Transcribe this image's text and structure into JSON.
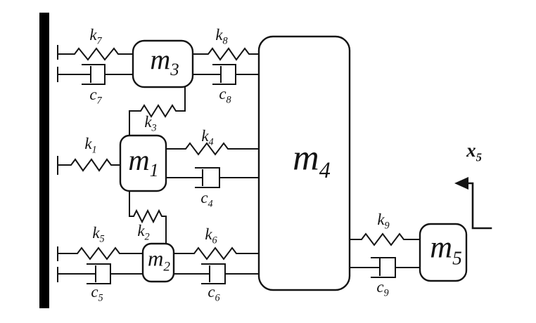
{
  "diagram": {
    "type": "mass-spring-damper-system",
    "masses": {
      "m1": {
        "base": "m",
        "sub": "1"
      },
      "m2": {
        "base": "m",
        "sub": "2"
      },
      "m3": {
        "base": "m",
        "sub": "3"
      },
      "m4": {
        "base": "m",
        "sub": "4"
      },
      "m5": {
        "base": "m",
        "sub": "5"
      }
    },
    "springs": {
      "k1": {
        "base": "k",
        "sub": "1"
      },
      "k2": {
        "base": "k",
        "sub": "2"
      },
      "k3": {
        "base": "k",
        "sub": "3"
      },
      "k4": {
        "base": "k",
        "sub": "4"
      },
      "k5": {
        "base": "k",
        "sub": "5"
      },
      "k6": {
        "base": "k",
        "sub": "6"
      },
      "k7": {
        "base": "k",
        "sub": "7"
      },
      "k8": {
        "base": "k",
        "sub": "8"
      },
      "k9": {
        "base": "k",
        "sub": "9"
      }
    },
    "dampers": {
      "c4": {
        "base": "c",
        "sub": "4"
      },
      "c5": {
        "base": "c",
        "sub": "5"
      },
      "c6": {
        "base": "c",
        "sub": "6"
      },
      "c7": {
        "base": "c",
        "sub": "7"
      },
      "c8": {
        "base": "c",
        "sub": "8"
      },
      "c9": {
        "base": "c",
        "sub": "9"
      }
    },
    "displacement": {
      "base": "x",
      "sub": "5"
    },
    "colors": {
      "line": "#141414",
      "background": "#ffffff"
    }
  }
}
